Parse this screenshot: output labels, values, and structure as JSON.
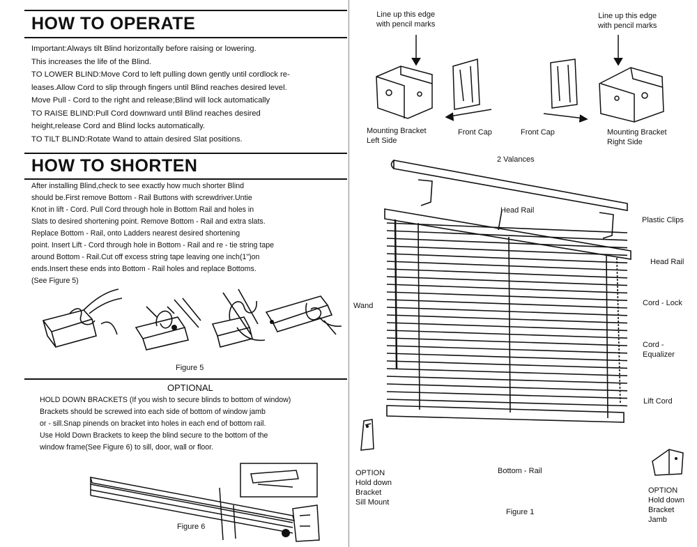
{
  "operate": {
    "title": "HOW TO OPERATE",
    "lines": [
      "Important:Always tilt Blind horizontally before raising or lowering.",
      "This increases the life of the Blind.",
      "TO LOWER BLIND:Move Cord to left pulling down gently until cordlock re-",
      "leases.Allow Cord to slip through fingers until Blind reaches desired level.",
      "Move Pull - Cord to the right and release;Blind will lock automatically",
      "TO RAISE BLIND:Pull Cord downward until Blind reaches desired",
      "height,release Cord and Blind locks automatically.",
      "TO TILT BLIND:Rotate Wand to attain desired Slat positions."
    ]
  },
  "shorten": {
    "title": "HOW TO SHORTEN",
    "lines": [
      "After installing Blind,check to see exactly how much shorter Blind",
      "should be.First remove Bottom - Rail Buttons with screwdriver.Untie",
      "Knot in lift - Cord. Pull Cord through hole in Bottom Rail and holes in",
      "Slats to desired shortening point. Remove Bottom - Rail and extra slats.",
      "Replace Bottom - Rail, onto Ladders nearest desired shortening",
      "point. Insert Lift - Cord through hole in Bottom - Rail and re - tie string tape",
      "around Bottom - Rail.Cut off excess string tape leaving one inch(1\")on",
      "ends.Insert these ends into Bottom - Rail holes and replace Bottoms.",
      "(See Figure 5)"
    ],
    "figure_caption": "Figure 5"
  },
  "optional": {
    "title": "OPTIONAL",
    "lines": [
      "HOLD DOWN BRACKETS (If you wish to secure blinds to bottom of window)",
      "Brackets should be screwed into each side of bottom of window jamb",
      "or - sill.Snap pinends on bracket into holes in each end of bottom rail.",
      "Use Hold Down Brackets to keep the blind secure to the bottom of the",
      "window frame(See Figure 6) to sill, door, wall or floor."
    ],
    "figure_caption": "Figure 6"
  },
  "figure1": {
    "line_up_left": [
      "Line up this edge",
      "with pencil marks"
    ],
    "line_up_right": [
      "Line up this edge",
      "with pencil marks"
    ],
    "mount_left": [
      "Mounting Bracket",
      "Left Side"
    ],
    "front_cap_left": "Front Cap",
    "front_cap_right": "Front Cap",
    "mount_right": [
      "Mounting Bracket",
      "Right Side"
    ],
    "valances": "2 Valances",
    "head_rail_top": "Head Rail",
    "plastic_clips": "Plastic Clips",
    "head_rail_side": "Head Rail",
    "wand": "Wand",
    "cord_lock": "Cord - Lock",
    "cord_equalizer": [
      "Cord -",
      "Equalizer"
    ],
    "lift_cord": "Lift Cord",
    "bottom_rail": "Bottom - Rail",
    "option_sill": [
      "OPTION",
      "Hold down",
      "Bracket",
      "Sill Mount"
    ],
    "option_jamb": [
      "OPTION",
      "Hold down",
      "Bracket",
      "Jamb"
    ],
    "caption": "Figure 1"
  }
}
